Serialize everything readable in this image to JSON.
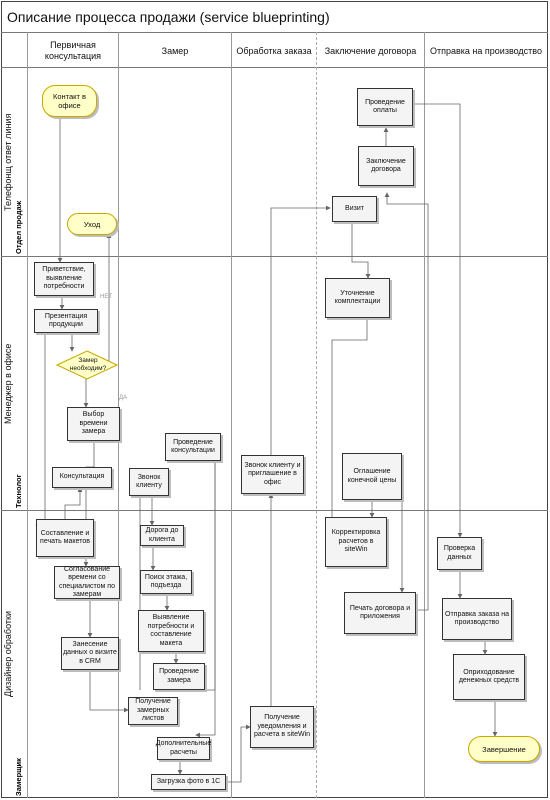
{
  "title": "Описание процесса продажи (service blueprinting)",
  "columns": [
    "Первичная консультация",
    "Замер",
    "Обработка заказа",
    "Заключение договора",
    "Отправка на производство"
  ],
  "lanes": [
    {
      "label": "Телефонщ ответ линия",
      "aside": "Отдел продаж"
    },
    {
      "label": "Менеджер в офисе",
      "aside": "Технолог"
    },
    {
      "label": "Дизайнер обработки",
      "aside": "Замерщик"
    }
  ],
  "nodes": {
    "contact": "Контакт в офисе",
    "exit": "Уход",
    "greeting": "Приветствие, выявление потребности",
    "presentation": "Презентация продукции",
    "decision": "Замер необходим?",
    "no": "НЕТ",
    "yes": "ДА",
    "choose_time": "Выбор времени замера",
    "consultation": "Консультация",
    "sketches": "Составление и печать макетов",
    "agree_time": "Согласование времени со специалистом по замерам",
    "crm": "Занесение данных о визите в CRM",
    "receive_sheets": "Получение замерных листов",
    "call_client": "Звонок клиенту",
    "road": "Дорога до клиента",
    "find_floor": "Поиск этажа, подъезда",
    "identify_needs": "Выявление потребности и составление макета",
    "do_measure": "Проведение замера",
    "extra_calc": "Дополнительные расчеты",
    "upload_photo": "Загрузка фото в 1С",
    "measure_consult": "Проведение консультации",
    "call_invite": "Звонок клиенту и приглашение в офис",
    "notification": "Получение уведомления и расчета в sitеWin",
    "visit": "Визит",
    "refine": "Уточнение комплектации",
    "final_price": "Оглашение конечной цены",
    "correct_calc": "Корректировка расчетов в siteWin",
    "print_contract": "Печать договора и приложения",
    "sign_contract": "Заключение договора",
    "payment": "Проведение оплаты",
    "check_data": "Проверка данных",
    "send_order": "Отправка заказа на производство",
    "receive_money": "Оприходование денежных средств",
    "complete": "Завершение"
  }
}
